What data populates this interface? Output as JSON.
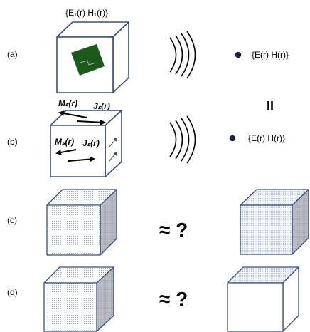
{
  "colors": {
    "cube_edge": "#3b4f7a",
    "chip": "#1a5a1a",
    "dot_fill": "#1a2340",
    "side_shade": "#b9bcc4"
  },
  "rows": {
    "a": {
      "label": "(a)",
      "source_fields": "{E₁(r) H₁(r)}",
      "observed_fields": "{E(r) H(r)}"
    },
    "equals_sign": "II",
    "b": {
      "label": "(b)",
      "top_ms": "Mₛ(r)",
      "top_js": "Jₛ(r)",
      "front_ms": "Mₛ(r)",
      "front_js": "Jₛ(r)",
      "observed_fields": "{E(r) H(r)}"
    },
    "c": {
      "label": "(c)",
      "approx": "≈ ?"
    },
    "d": {
      "label": "(d)",
      "approx": "≈ ?"
    }
  }
}
